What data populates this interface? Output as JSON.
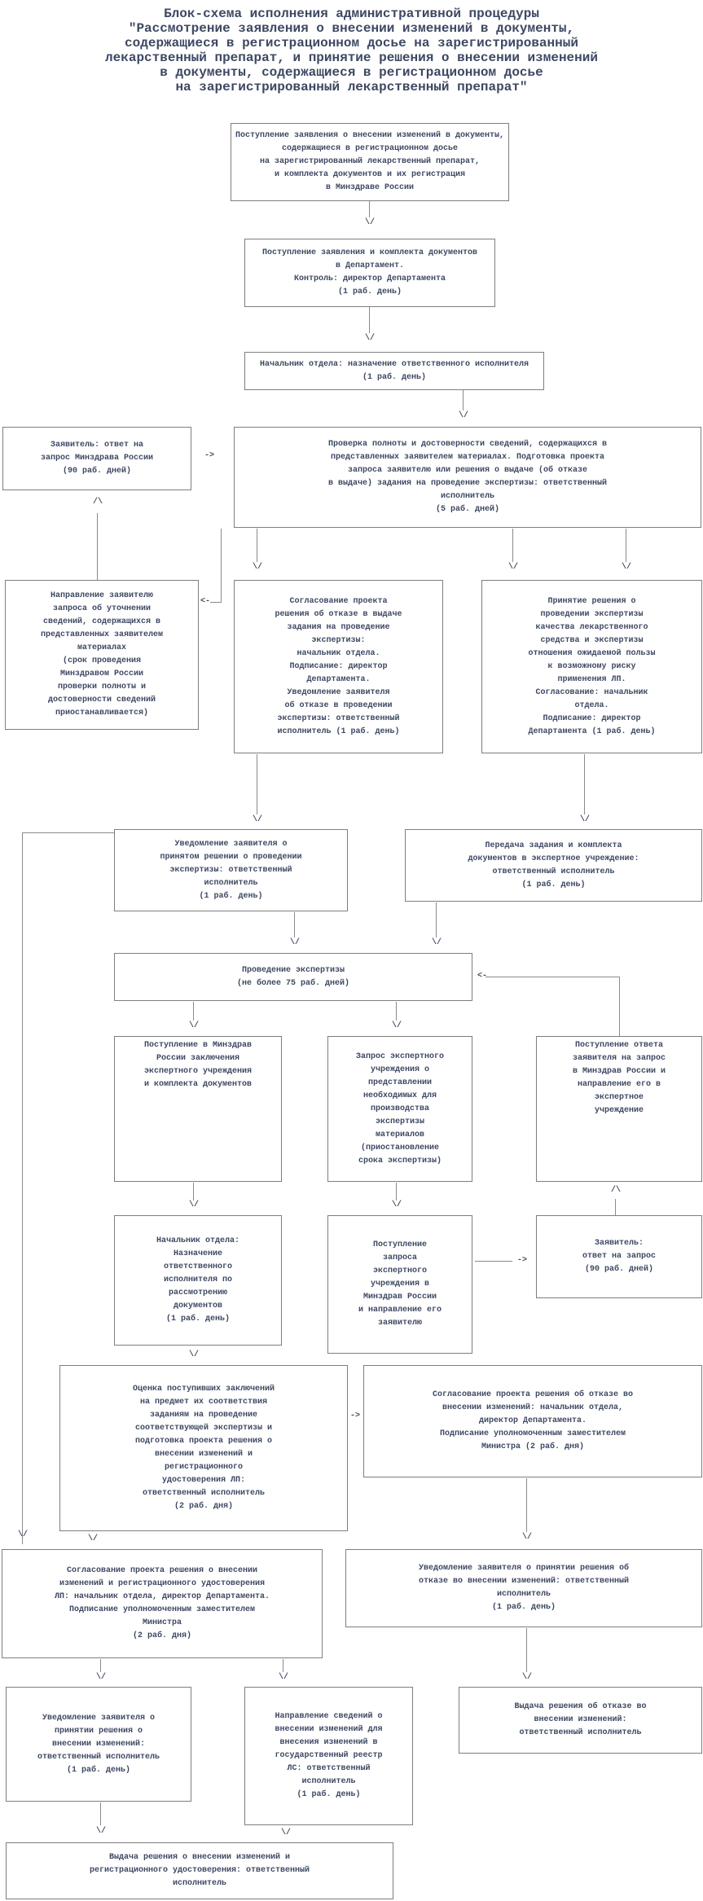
{
  "title": "Блок-схема исполнения административной процедуры\n\"Рассмотрение заявления о внесении изменений в документы,\nсодержащиеся в регистрационном досье на зарегистрированный\nлекарственный препарат, и принятие решения о внесении изменений\nв документы, содержащиеся в регистрационном досье\nна зарегистрированный лекарственный препарат\"",
  "glyphs": {
    "down": "\\/",
    "up": "/\\",
    "right": "->",
    "left": "<-"
  },
  "boxes": [
    {
      "name": "application-receipt",
      "text": "Поступление заявления о внесении изменений в документы,\nсодержащиеся в регистрационном досье\nна зарегистрированный лекарственный препарат,\nи комплекта документов и их регистрация\nв Минздраве России"
    },
    {
      "name": "department-receipt",
      "text": "Поступление заявления и комплекта документов\nв Департамент.\nКонтроль: директор Департамента\n(1 раб. день)"
    },
    {
      "name": "assign-executor",
      "text": "Начальник отдела: назначение ответственного исполнителя\n(1 раб. день)"
    },
    {
      "name": "applicant-response",
      "text": "Заявитель: ответ на\nзапрос Минздрава России\n(90 раб. дней)"
    },
    {
      "name": "completeness-check",
      "text": "Проверка полноты и достоверности сведений, содержащихся в\nпредставленных заявителем материалах. Подготовка проекта\nзапроса заявителю или решения о выдаче (об отказе\nв выдаче) задания на проведение экспертизы: ответственный\nисполнитель\n(5 раб. дней)"
    },
    {
      "name": "clarification-request",
      "text": "Направление заявителю\nзапроса об уточнении\nсведений, содержащихся в\nпредставленных заявителем\nматериалах\n(срок проведения\nМинздравом России\nпроверки полноты и\nдостоверности сведений\nприостанавливается)"
    },
    {
      "name": "expertise-refusal",
      "text": "Согласование проекта\nрешения об отказе в выдаче\nзадания на проведение\nэкспертизы:\nначальник  отдела.\nПодписание: директор\nДепартамента.\nУведомление заявителя\nоб отказе в проведении\nэкспертизы: ответственный\nисполнитель (1 раб. день)"
    },
    {
      "name": "expertise-decision",
      "text": "Принятие решения о\nпроведении экспертизы\nкачества лекарственного\nсредства и экспертизы\nотношения ожидаемой пользы\nк возможному риску\nприменения ЛП.\nСогласование: начальник\nотдела.\nПодписание:  директор\nДепартамента (1 раб. день)"
    },
    {
      "name": "expertise-notification",
      "text": "Уведомление заявителя о\nпринятом решении о проведении\nэкспертизы: ответственный\nисполнитель\n(1 раб. день)"
    },
    {
      "name": "task-transfer",
      "text": "Передача задания и комплекта\nдокументов в экспертное учреждение:\nответственный исполнитель\n(1 раб. день)"
    },
    {
      "name": "expertise",
      "text": "Проведение экспертизы\n(не более 75 раб. дней)"
    },
    {
      "name": "conclusion-receipt",
      "text": "Поступление в Минздрав\nРоссии заключения\nэкспертного учреждения\nи комплекта документов"
    },
    {
      "name": "expert-request",
      "text": "Запрос экспертного\nучреждения о\nпредставлении\nнеобходимых для\nпроизводства\nэкспертизы\nматериалов\n(приостановление\nсрока экспертизы)"
    },
    {
      "name": "answer-receipt",
      "text": "Поступление ответа\nзаявителя на запрос\nв Минздрав России и\nнаправление его в\nэкспертное\nучреждение"
    },
    {
      "name": "assign-review-executor",
      "text": "Начальник отдела:\nНазначение\nответственного\nисполнителя по\nрассмотрению\nдокументов\n(1 раб. день)"
    },
    {
      "name": "request-forwarding",
      "text": "Поступление\nзапроса\nэкспертного\nучреждения в\nМинздрав России\nи направление его\nзаявителю"
    },
    {
      "name": "applicant-query-response",
      "text": "Заявитель:\nответ на запрос\n(90 раб. дней)"
    },
    {
      "name": "conclusion-evaluation",
      "text": "Оценка поступивших заключений\nна предмет их соответствия\nзаданиям на проведение\nсоответствующей экспертизы и\nподготовка проекта решения о\nвнесении изменений и\nрегистрационного\nудостоверения ЛП:\nответственный исполнитель\n(2 раб. дня)"
    },
    {
      "name": "refusal-approval",
      "text": "Согласование проекта решения об отказе во\nвнесении изменений: начальник отдела,\nдиректор Департамента.\nПодписание уполномоченным заместителем\nМинистра (2 раб. дня)"
    },
    {
      "name": "amendment-approval",
      "text": "Согласование проекта решения о внесении\nизменений и регистрационного удостоверения\nЛП: начальник отдела, директор Департамента.\nПодписание уполномоченным заместителем\nМинистра\n(2 раб. дня)"
    },
    {
      "name": "refusal-notification",
      "text": "Уведомление заявителя о принятии решения об\nотказе во внесении изменений: ответственный\nисполнитель\n(1 раб. день)"
    },
    {
      "name": "amendment-notification",
      "text": "Уведомление заявителя о\nпринятии решения о\nвнесении изменений:\nответственный исполнитель\n(1 раб. день)"
    },
    {
      "name": "registry-update",
      "text": "Направление сведений о\nвнесении изменений для\nвнесения изменений в\nгосударственный реестр\nЛС: ответственный\nисполнитель\n(1 раб. день)"
    },
    {
      "name": "refusal-issuance",
      "text": "Выдача решения об отказе во\nвнесении изменений:\nответственный исполнитель"
    },
    {
      "name": "decision-issuance",
      "text": "Выдача решения о внесении изменений и\nрегистрационного удостоверения: ответственный\nисполнитель"
    }
  ]
}
